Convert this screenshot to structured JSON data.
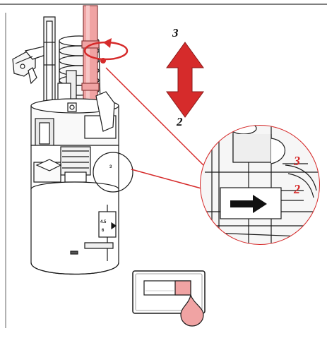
{
  "labels": {
    "position_up": "3",
    "position_down": "2",
    "zoom_position_up": "3",
    "zoom_position_down": "2",
    "scale_top": "4.5",
    "scale_mid": "6",
    "scale_small": "3"
  },
  "colors": {
    "accent_red": "#d62b2b",
    "rod_pink": "#f0a3a3",
    "line": "#1a1a1a",
    "light_fill": "#f2f2f2"
  },
  "icons": {
    "rotate": "rotate-arrow-icon",
    "updown": "double-arrow-icon",
    "push": "push-arrow-icon",
    "drop": "water-drop-icon"
  }
}
